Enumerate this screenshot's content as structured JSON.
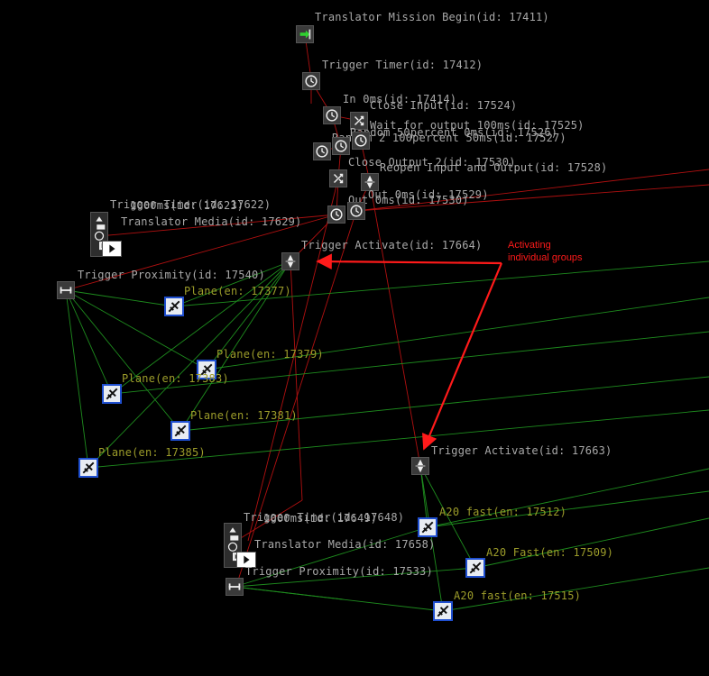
{
  "annotation": {
    "line1": "Activating",
    "line2": "individual groups"
  },
  "labels": {
    "mission_begin": "Translator Mission Begin(id: 17411)",
    "trigger_timer_top": "Trigger Timer(id: 17412)",
    "in_0ms": "In 0ms(id: 17414)",
    "close_input": "Close Input(id: 17524)",
    "wait_output": "Wait for output 100ms(id: 17525)",
    "random_a": "Random 50percent 0ms(id: 17526)",
    "random_b": "Random 2 100percent 50ms(id: 17527)",
    "close_output2": "Close Output 2(id: 17530)",
    "reopen_io": "Reopen Input and Output(id: 17528)",
    "out_0ms": "Out 0ms(id: 17529)",
    "out_0ms_b": "Out 0ms(id: 17530)",
    "trigger_activate_top": "Trigger Activate(id: 17664)",
    "trigger_activate_bottom": "Trigger Activate(id: 17663)",
    "trigger_proximity_left": "Trigger Proximity(id: 17540)",
    "trigger_proximity_bottom": "Trigger Proximity(id: 17533)",
    "cluster_left_a": "Trigger Timer(id: 17622)",
    "cluster_left_b": "1000ms(id: 17623)",
    "cluster_left_c": "Translator Media(id: 17629)",
    "cluster_bottom_a": "Trigger Timer(id: 17648)",
    "cluster_bottom_b": "1000ms(id: 17649)",
    "cluster_bottom_c": "Translator Media(id: 17658)",
    "plane_17377": "Plane(en: 17377)",
    "plane_17379": "Plane(en: 17379)",
    "plane_17383": "Plane(en: 17383)",
    "plane_17381": "Plane(en: 17381)",
    "plane_17385": "Plane(en: 17385)",
    "a20_17512": "A20 fast(en: 17512)",
    "a20_17509": "A20 Fast(en: 17509)",
    "a20_17515": "A20 fast(en: 17515)"
  },
  "colors": {
    "background": "#000000",
    "logic_wire": "#b01010",
    "entity_wire": "#1e8c1e",
    "annotation": "#ff1a1a",
    "node_label": "#a9a9a9",
    "entity_label": "#9c9c2a",
    "entity_border": "#1f4fd0"
  },
  "icons": {
    "mission_begin": "enter-arrow-icon",
    "timer": "clock-icon",
    "random": "dice-shuffle-icon",
    "activate": "activate-diamond-icon",
    "proximity": "proximity-bar-icon",
    "media": "media-play-icon",
    "plane": "plane-icon",
    "a20": "plane-icon"
  }
}
